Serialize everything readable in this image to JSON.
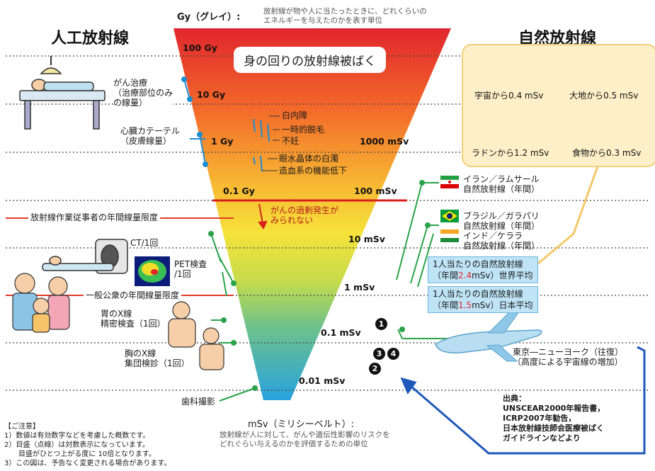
{
  "header": {
    "gy_unit": "Gy（グレイ）:",
    "gy_desc_1": "放射線が物や人に当たったときに、どれくらいの",
    "gy_desc_2": "エネルギーを与えたのかを表す単位",
    "left_title": "人工放射線",
    "right_title": "自然放射線",
    "center_title": "身の回りの放射線被ばく"
  },
  "funnel_ticks": {
    "gy_100": "100 Gy",
    "gy_10": "10 Gy",
    "gy_1": "1 Gy",
    "msv_1000": "1000 mSv",
    "gy_01": "0.1 Gy",
    "msv_100": "100 mSv",
    "msv_10": "10 mSv",
    "msv_1": "1 mSv",
    "msv_01": "0.1 mSv",
    "msv_001": "0.01 mSv"
  },
  "effects": {
    "cataract": "白内障",
    "hair_loss": "一時的脱毛",
    "sterility": "不妊",
    "lens_opacity": "眼水晶体の白濁",
    "blood_func": "造血系の機能低下",
    "no_cancer_1": "がんの過剰発生が",
    "no_cancer_2": "みられない"
  },
  "left_labels": {
    "cancer_therapy_1": "がん治療",
    "cancer_therapy_2": "（治療部位のみ",
    "cancer_therapy_3": "の線量）",
    "catheter_1": "心臓カテーテル",
    "catheter_2": "（皮膚線量）",
    "worker_limit": "放射線作業従事者の年間線量限度",
    "ct": "CT/1回",
    "pet_1": "PET検査",
    "pet_2": "/1回",
    "public_limit": "一般公衆の年間線量限度",
    "stomach_1": "胃のX線",
    "stomach_2": "精密検査（1回）",
    "chest_1": "胸のX線",
    "chest_2": "集団検診（1回）",
    "dental": "歯科撮影"
  },
  "natural": {
    "space": "宇宙から0.4 mSv",
    "earth": "大地から0.5 mSv",
    "radon": "ラドンから1.2 mSv",
    "food": "食物から0.3 mSv"
  },
  "right_labels": {
    "iran_1": "イラン／ラムサール",
    "iran_2": "自然放射線（年間）",
    "brazil_1": "ブラジル／ガラパリ",
    "brazil_2": "自然放射線（年間）",
    "india_1": "インド／ケララ",
    "india_2": "自然放射線（年間）",
    "world_1": "1人当たりの自然放射線",
    "world_2a": "（年間",
    "world_2b": "2.4",
    "world_2c": "mSv）世界平均",
    "japan_1": "1人当たりの自然放射線",
    "japan_2a": "（年間",
    "japan_2b": "1.5",
    "japan_2c": "mSv）日本平均",
    "flight_1": "東京―ニューヨーク（往復）",
    "flight_2": "（高度による宇宙線の増加）"
  },
  "markers": [
    "1",
    "2",
    "3",
    "4"
  ],
  "footer": {
    "msv_unit": "mSv（ミリシーベルト）:",
    "msv_desc_1": "放射線が人に対して、がんや遺伝性影響のリスクを",
    "msv_desc_2": "どれぐらい与えるのかを評価するための単位",
    "notes_title": "【ご注意】",
    "note_1": "1）数値は有効数字などを考慮した概数です。",
    "note_2": "2）目盛（点線）は対数表示になっています。",
    "note_2b": "目盛がひとつ上がる度に 10倍となります。",
    "note_3": "3）この図は、予告なく変更される場合があります。",
    "source_1": "出典：",
    "source_2": "UNSCEAR2000年報告書，",
    "source_3": "ICRP2007年勧告，",
    "source_4": "日本放射線技師会医療被ばく",
    "source_5": "ガイドラインなどより"
  },
  "colors": {
    "funnel_top": "#e1262d",
    "funnel_mid": "#f7e33c",
    "funnel_bottom": "#2aa3df",
    "limit_line": "#e23a2a",
    "connector_blue": "#1b8ed3",
    "connector_green": "#2aa34a",
    "arrow_blue": "#1f59b9"
  }
}
